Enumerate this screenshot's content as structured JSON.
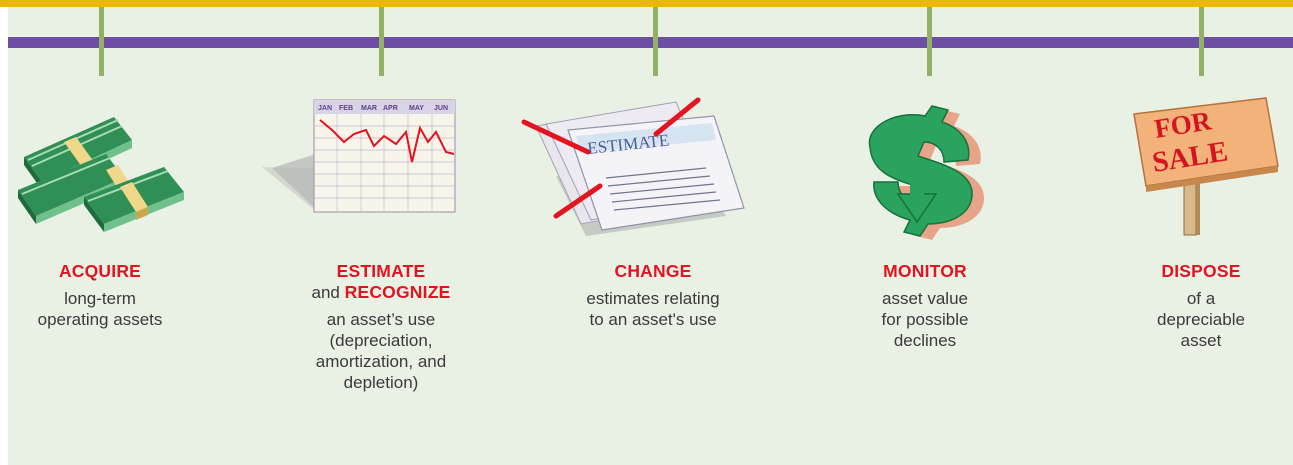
{
  "colors": {
    "background": "#e9f1e5",
    "top_bar": "#ebb70a",
    "timeline_bar": "#6c4fa3",
    "tick": "#93b264",
    "highlight": "#e3141f",
    "text": "#3a3a3a"
  },
  "stages": [
    {
      "icon": "money-stacks-icon",
      "title": "ACQUIRE",
      "lines": [
        "long-term",
        "operating assets"
      ]
    },
    {
      "icon": "line-chart-icon",
      "chart_months": [
        "JAN",
        "FEB",
        "MAR",
        "APR",
        "MAY",
        "JUN"
      ],
      "title": "ESTIMATE",
      "connector": "and",
      "title2": "RECOGNIZE",
      "lines": [
        "an asset’s use",
        "(depreciation,",
        "amortization, and",
        "depletion)"
      ]
    },
    {
      "icon": "crossed-estimate-document-icon",
      "doc_label": "ESTIMATE",
      "title": "CHANGE",
      "lines": [
        "estimates relating",
        "to an asset's use"
      ]
    },
    {
      "icon": "falling-dollar-icon",
      "title": "MONITOR",
      "lines": [
        "asset value",
        "for possible",
        "declines"
      ]
    },
    {
      "icon": "for-sale-sign-icon",
      "sign_lines": [
        "FOR",
        "SALE"
      ],
      "title": "DISPOSE",
      "lines": [
        "of a",
        "depreciable",
        "asset"
      ]
    }
  ]
}
